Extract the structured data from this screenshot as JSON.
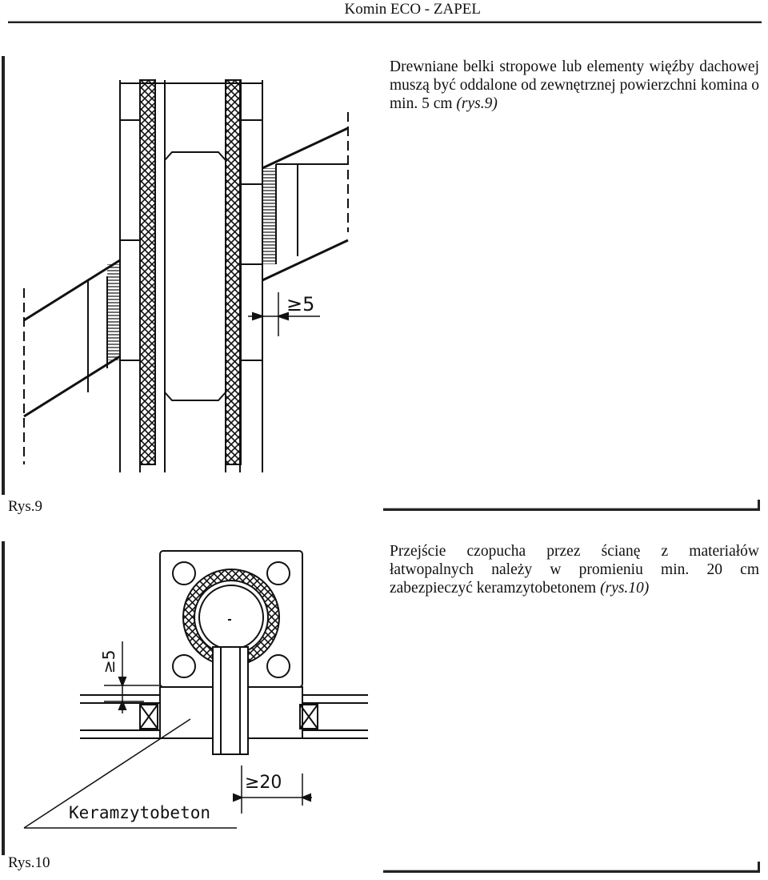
{
  "header": {
    "title": "Komin ECO - ZAPEL"
  },
  "section1": {
    "text": "Drewniane belki stropowe lub elementy więźby dachowej muszą być oddalone od zewnętrznej powierzchni komina o min. 5 cm",
    "ref": "(rys.9)",
    "caption": "Rys.9",
    "figure": {
      "dimension_label": "≥5"
    }
  },
  "section2": {
    "text": "Przejście czopucha przez ścianę z materiałów łatwopalnych należy w promieniu min. 20 cm zabezpieczyć keramzytobetonem",
    "ref": "(rys.10)",
    "caption": "Rys.10",
    "figure": {
      "dim_side_label": "≥5",
      "dim_bottom_label": "≥20",
      "material_label": "Keramzytobeton"
    }
  }
}
